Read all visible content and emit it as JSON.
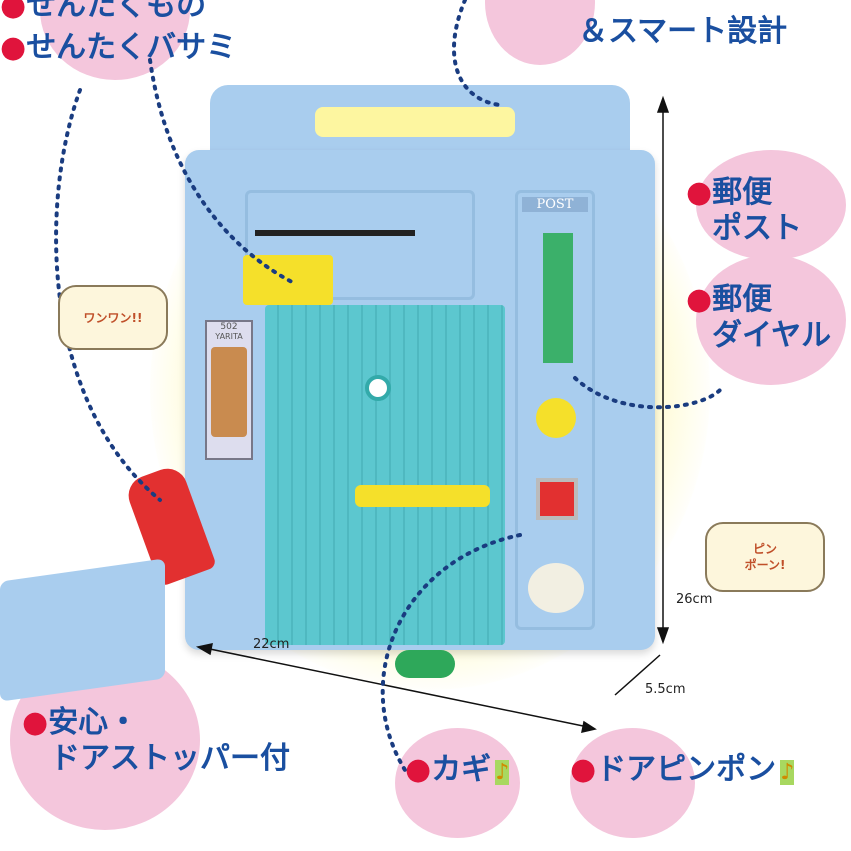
{
  "labels": {
    "top_left_1": "せんたくもの",
    "top_left_2": "せんたくバサミ",
    "top_right": "＆スマート設計",
    "post_1": "郵便",
    "post_2": "ポスト",
    "dial_1": "郵便",
    "dial_2": "ダイヤル",
    "stopper_1": "安心・",
    "stopper_2": "ドアストッパー付",
    "key": "カギ",
    "doorbell": "ドアピンポン"
  },
  "bubbles": {
    "dog": "ワンワン!!",
    "bell": "ピン\nポーン!"
  },
  "toy_text": {
    "post": "POST",
    "room": "502",
    "name": "YARITA"
  },
  "dimensions": {
    "width": "22cm",
    "height": "26cm",
    "depth": "5.5cm"
  },
  "colors": {
    "label_text": "#1a4fa0",
    "bullet": "#e0143c",
    "circle": "#f4c6dc",
    "toy_body": "#a9cdee",
    "door": "#5cc7cf"
  }
}
